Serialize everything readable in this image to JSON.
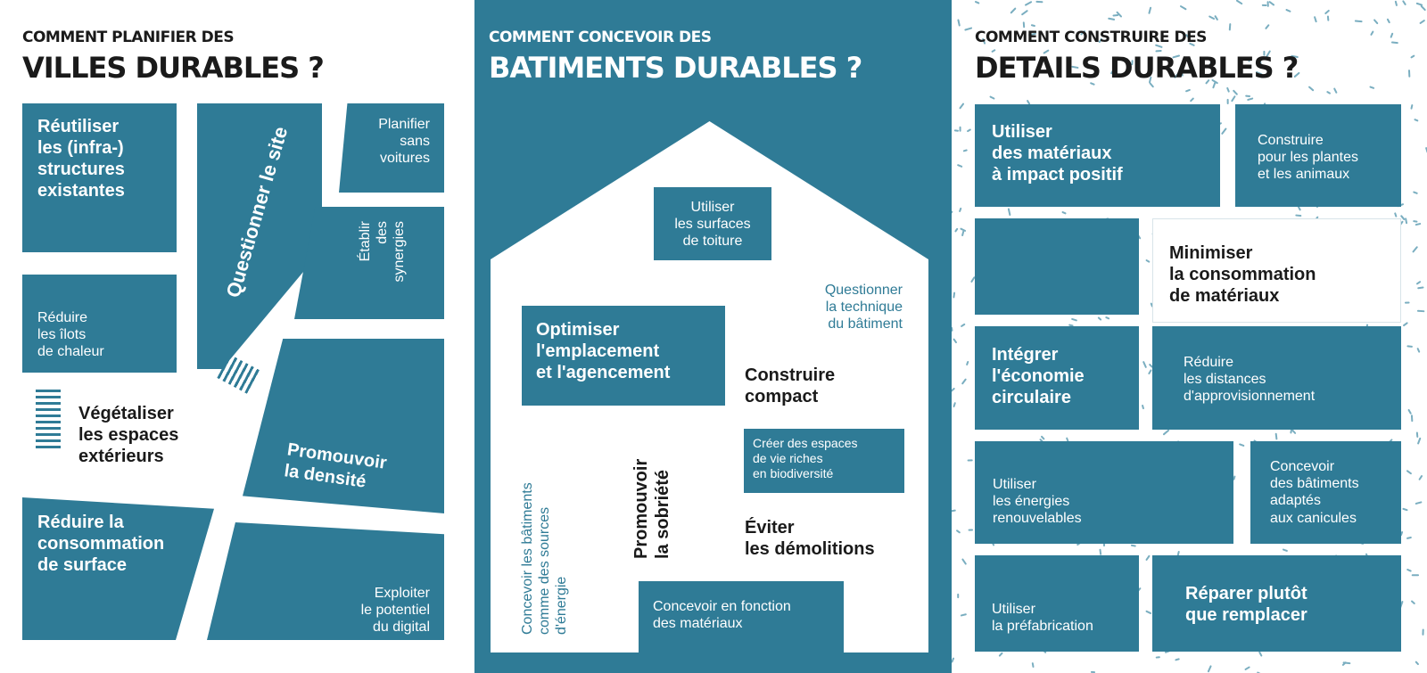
{
  "colors": {
    "accent": "#2f7b96",
    "text_dark": "#1a1a1a",
    "background": "#ffffff"
  },
  "cities": {
    "heading_small": "COMMENT PLANIFIER DES",
    "heading_big": "VILLES DURABLES ?",
    "reuse": [
      "Réutiliser",
      "les (infra-)",
      "structures",
      "existantes"
    ],
    "no_cars": [
      "Planifier",
      "sans",
      "voitures"
    ],
    "question_site": "Questionner le site",
    "synergies": [
      "Établir",
      "des",
      "synergies"
    ],
    "heat_islands": [
      "Réduire",
      "les îlots",
      "de chaleur"
    ],
    "green": [
      "Végétaliser",
      "les espaces",
      "extérieurs"
    ],
    "density": [
      "Promouvoir",
      "la densité"
    ],
    "surface": [
      "Réduire la",
      "consommation",
      "de surface"
    ],
    "digital": [
      "Exploiter",
      "le potentiel",
      "du digital"
    ]
  },
  "buildings": {
    "heading_small": "COMMENT CONCEVOIR DES",
    "heading_big": "BATIMENTS DURABLES ?",
    "roof": [
      "Utiliser",
      "les surfaces",
      "de toiture"
    ],
    "technique": [
      "Questionner",
      "la technique",
      "du bâtiment"
    ],
    "placement": [
      "Optimiser",
      "l'emplacement",
      "et l'agencement"
    ],
    "compact": [
      "Construire",
      "compact"
    ],
    "biodiversity": [
      "Créer des espaces",
      "de vie riches",
      "en biodiversité"
    ],
    "energy_sources": [
      "Concevoir les bâtiments",
      "comme des sources",
      "d'énergie"
    ],
    "sobriety": [
      "Promouvoir",
      "la sobriété"
    ],
    "demolitions": [
      "Éviter",
      "les démolitions"
    ],
    "materials": [
      "Concevoir en fonction",
      "des matériaux"
    ]
  },
  "details": {
    "heading_small": "COMMENT CONSTRUIRE DES",
    "heading_big": "DETAILS DURABLES ?",
    "positive_materials": [
      "Utiliser",
      "des matériaux",
      "à impact positif"
    ],
    "plants_animals": [
      "Construire",
      "pour les plantes",
      "et les animaux"
    ],
    "minimize": [
      "Minimiser",
      "la consommation",
      "de matériaux"
    ],
    "circular": [
      "Intégrer",
      "l'économie",
      "circulaire"
    ],
    "distances": [
      "Réduire",
      "les distances",
      "d'approvisionnement"
    ],
    "renewables": [
      "Utiliser",
      "les énergies",
      "renouvelables"
    ],
    "heatwaves": [
      "Concevoir",
      "des bâtiments",
      "adaptés",
      "aux canicules"
    ],
    "prefab": [
      "Utiliser",
      "la préfabrication"
    ],
    "repair": [
      "Réparer plutôt",
      "que remplacer"
    ]
  }
}
